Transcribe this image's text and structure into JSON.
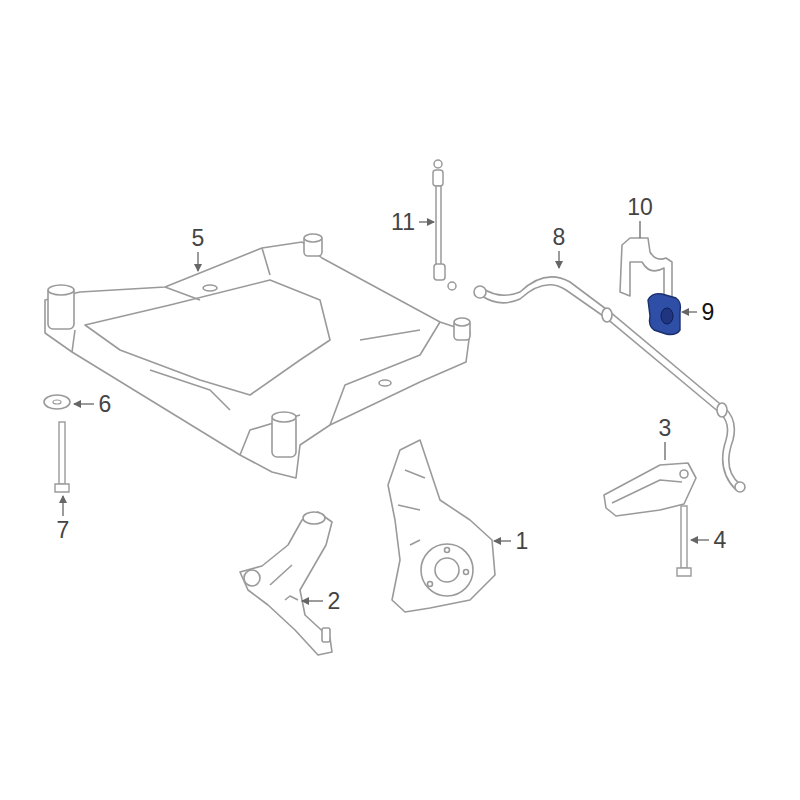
{
  "diagram": {
    "labels": [
      "11",
      "5",
      "8",
      "10",
      "9",
      "6",
      "7",
      "3",
      "4",
      "1",
      "2"
    ]
  }
}
